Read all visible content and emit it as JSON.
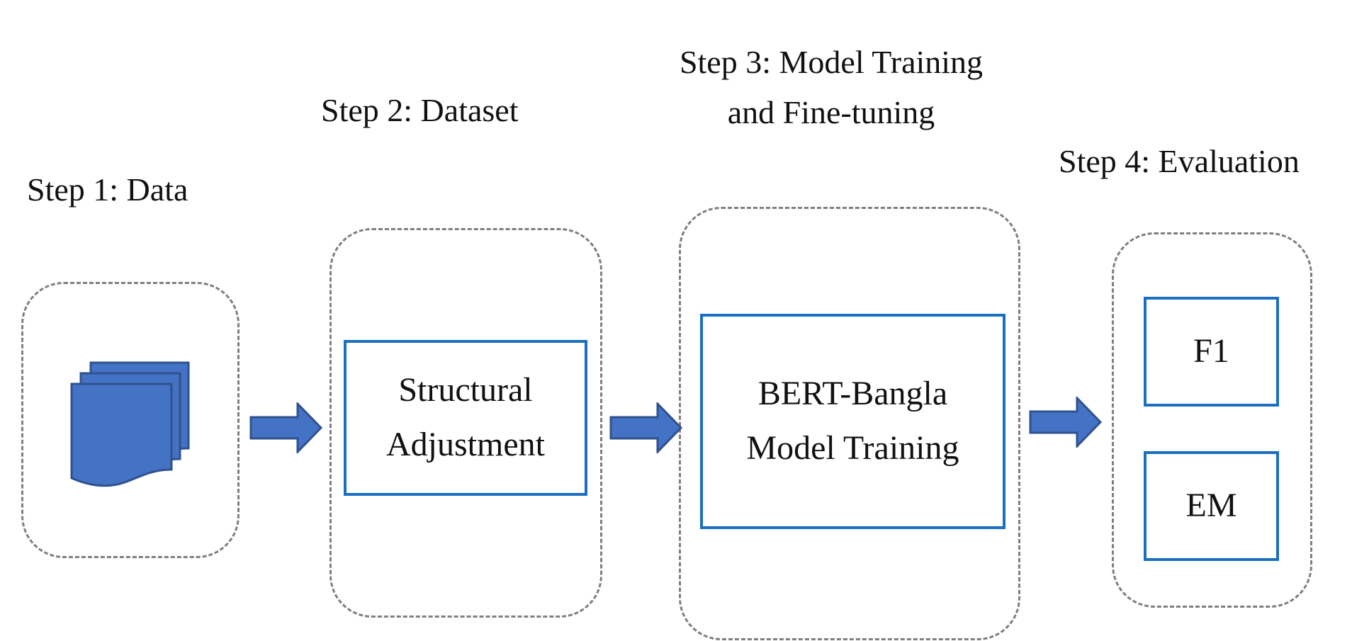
{
  "steps": [
    {
      "title_lines": [
        "Step 1: Data"
      ],
      "icon": "document-stack-icon"
    },
    {
      "title_lines": [
        "Step 2: Dataset"
      ],
      "box_lines": [
        "Structural",
        "Adjustment"
      ]
    },
    {
      "title_lines": [
        "Step 3: Model Training",
        "and Fine-tuning"
      ],
      "box_lines": [
        "BERT-Bangla",
        "Model Training"
      ]
    },
    {
      "title_lines": [
        "Step 4: Evaluation"
      ],
      "metrics": [
        "F1",
        "EM"
      ]
    }
  ],
  "colors": {
    "box_border": "#1a6fc0",
    "dashed_border": "#7f7f7f",
    "arrow_fill": "#4472c4",
    "arrow_stroke": "#2f528f",
    "icon_fill": "#4472c4"
  }
}
